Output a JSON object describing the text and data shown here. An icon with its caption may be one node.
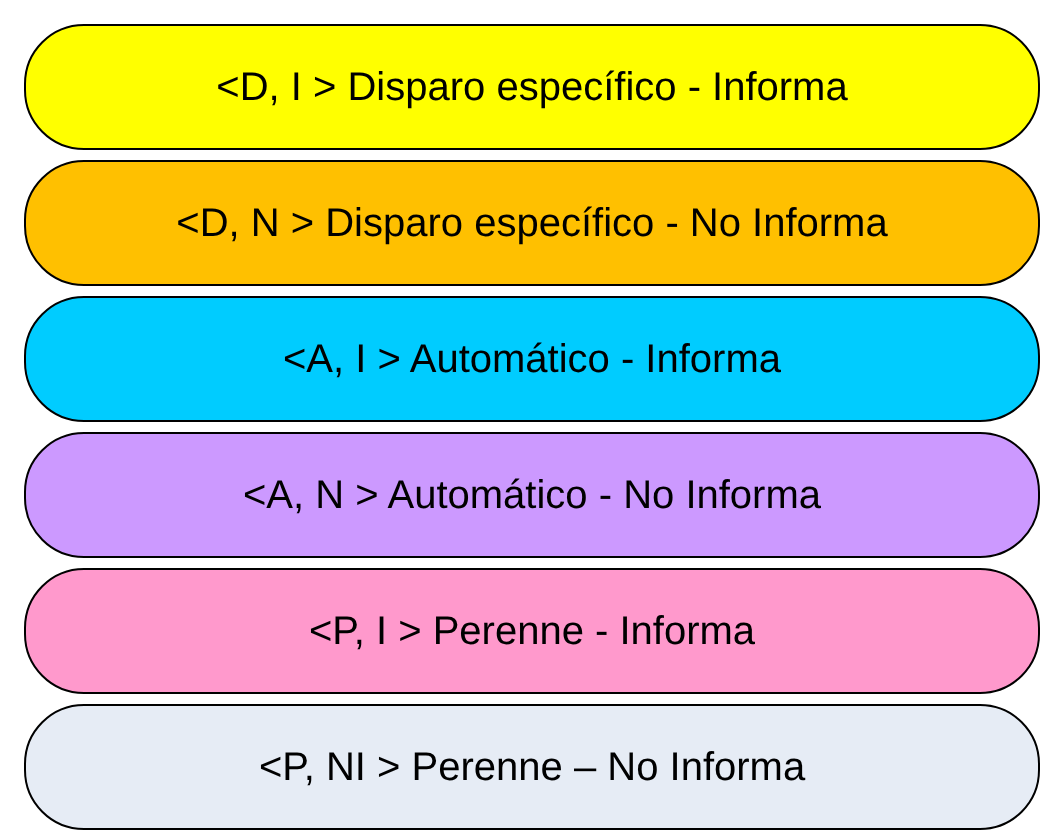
{
  "diagram": {
    "nodes": [
      {
        "text": [
          "<D, I > Disparo específico - Informa"
        ]
      },
      {
        "text": [
          "<D, N > Disparo específico - No Informa"
        ]
      },
      {
        "text": [
          "<A, I > Automático - Informa"
        ]
      },
      {
        "text": [
          "<A, N > Automático - No Informa"
        ]
      },
      {
        "text": [
          "<P, I > Perenne - Informa"
        ]
      },
      {
        "text": [
          "<P, NI > Perenne – No Informa"
        ]
      }
    ]
  }
}
